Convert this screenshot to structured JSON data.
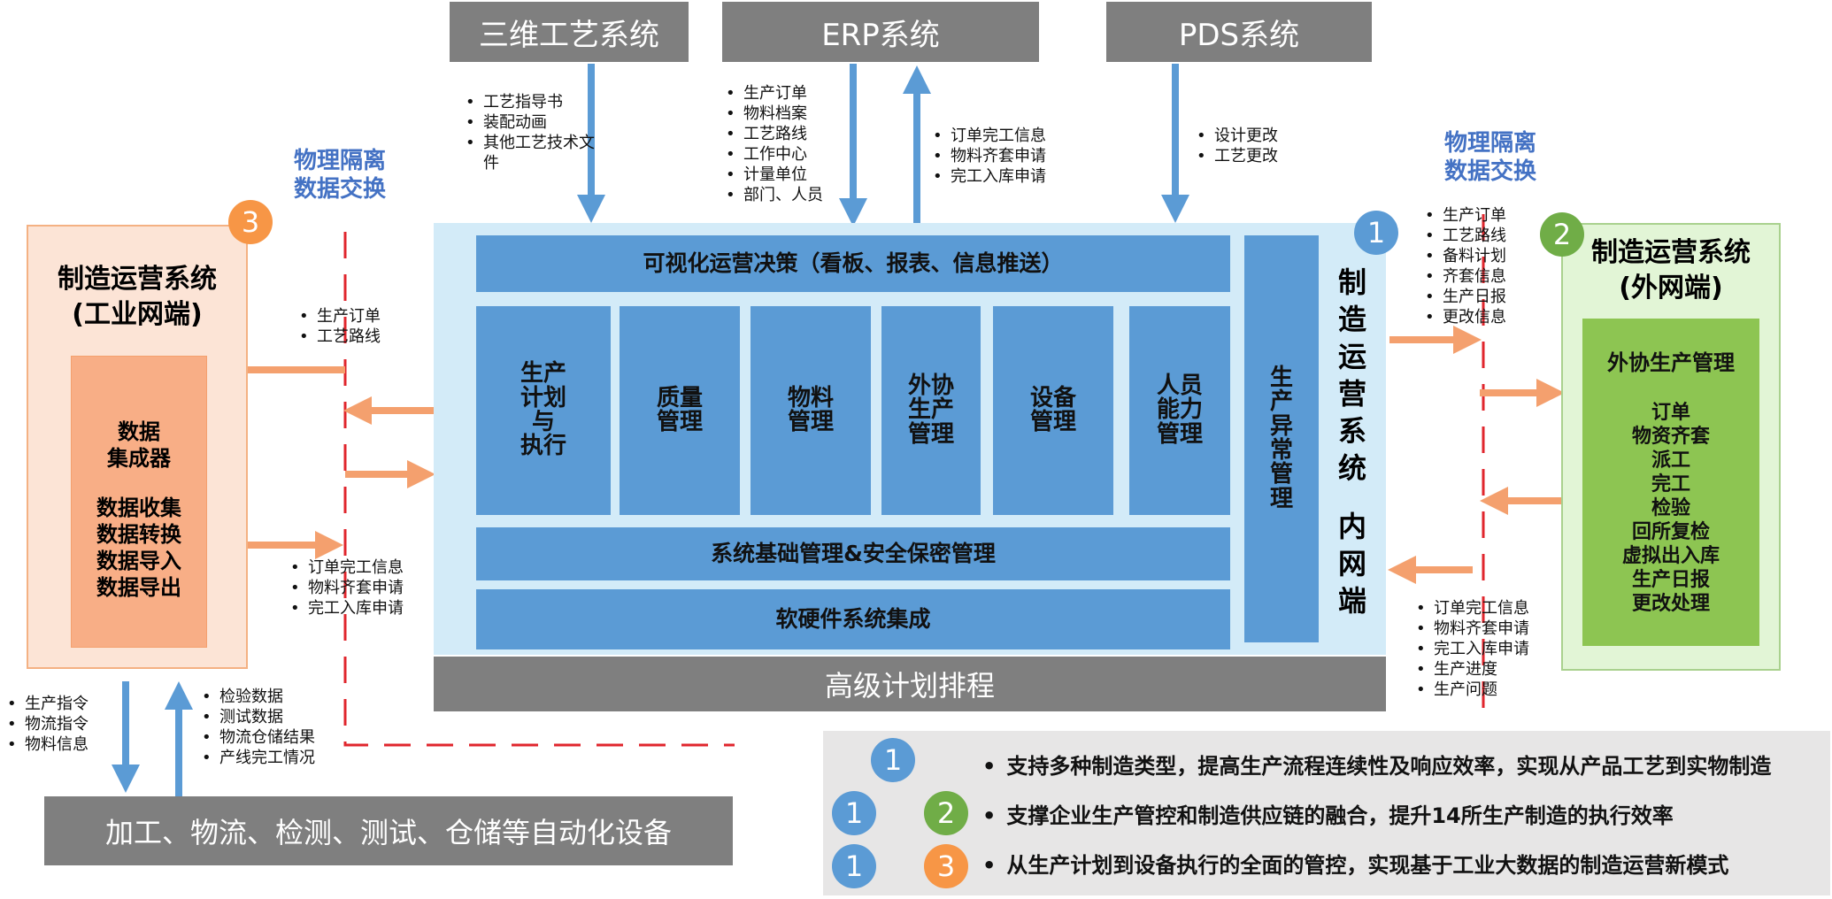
{
  "top_systems": [
    {
      "label": "三维工艺系统"
    },
    {
      "label": "ERP系统"
    },
    {
      "label": "PDS系统"
    }
  ],
  "flows": {
    "craft_down": [
      "工艺指导书",
      "装配动画",
      "其他工艺技术文件"
    ],
    "erp_down": [
      "生产订单",
      "物料档案",
      "工艺路线",
      "工作中心",
      "计量单位",
      "部门、人员"
    ],
    "erp_up": [
      "订单完工信息",
      "物料齐套申请",
      "完工入库申请"
    ],
    "pds_down": [
      "设计更改",
      "工艺更改"
    ],
    "left_in": [
      "生产订单",
      "工艺路线"
    ],
    "left_out": [
      "订单完工信息",
      "物料齐套申请",
      "完工入库申请"
    ],
    "right_out": [
      "生产订单",
      "工艺路线",
      "备料计划",
      "齐套信息",
      "生产日报",
      "更改信息"
    ],
    "right_in": [
      "订单完工信息",
      "物料齐套申请",
      "完工入库申请",
      "生产进度",
      "生产问题"
    ],
    "device_down": [
      "生产指令",
      "物流指令",
      "物料信息"
    ],
    "device_up": [
      "检验数据",
      "测试数据",
      "物流仓储结果",
      "产线完工情况"
    ]
  },
  "isolation_label_left": [
    "物理隔离",
    "数据交换"
  ],
  "isolation_label_right": [
    "物理隔离",
    "数据交换"
  ],
  "left_system": {
    "badge": "3",
    "title": [
      "制造运营系统",
      "(工业网端)"
    ],
    "integrator_title": [
      "数据",
      "集成器"
    ],
    "integrator_items": [
      "数据收集",
      "数据转换",
      "数据导入",
      "数据导出"
    ]
  },
  "center_system": {
    "badge": "1",
    "top_bar": "可视化运营决策（看板、报表、信息推送）",
    "modules": [
      [
        "生产",
        "计划",
        "与",
        "执行"
      ],
      [
        "质量",
        "管理"
      ],
      [
        "物料",
        "管理"
      ],
      [
        "外协",
        "生产",
        "管理"
      ],
      [
        "设备",
        "管理"
      ],
      [
        "人员",
        "能力",
        "管理"
      ]
    ],
    "side_module": [
      "生",
      "产",
      "异",
      "常",
      "管",
      "理"
    ],
    "vertical_title": [
      "制",
      "造",
      "运",
      "营",
      "系",
      "统"
    ],
    "vertical_subtitle": [
      "内",
      "网",
      "端"
    ],
    "base_bar": "系统基础管理&安全保密管理",
    "integration_bar": "软硬件系统集成",
    "scheduling_bar": "高级计划排程"
  },
  "right_system": {
    "badge": "2",
    "title": [
      "制造运营系统",
      "(外网端)"
    ],
    "panel_title": "外协生产管理",
    "panel_items": [
      "订单",
      "物资齐套",
      "派工",
      "完工",
      "检验",
      "回所复检",
      "虚拟出入库",
      "生产日报",
      "更改处理"
    ]
  },
  "device_bar": "加工、物流、检测、测试、仓储等自动化设备",
  "legend": {
    "rows": [
      {
        "badges": [
          "1"
        ],
        "text": "支持多种制造类型，提高生产流程连续性及响应效率，实现从产品工艺到实物制造"
      },
      {
        "badges": [
          "1",
          "2"
        ],
        "text": "支撑企业生产管控和制造供应链的融合，提升14所生产制造的执行效率"
      },
      {
        "badges": [
          "1",
          "3"
        ],
        "text": "从生产计划到设备执行的全面的管控，实现基于工业大数据的制造运营新模式"
      }
    ]
  },
  "colors": {
    "gray": "#7f7f7f",
    "module_blue": "#5b9bd5",
    "arrow_blue": "#5b9bd5",
    "arrow_orange": "#f4a06e",
    "badge_blue": "#5b9bd5",
    "badge_green": "#70ad47",
    "badge_orange": "#f79646",
    "isolation_red": "#e0262d",
    "isolation_text": "#4472c4"
  }
}
